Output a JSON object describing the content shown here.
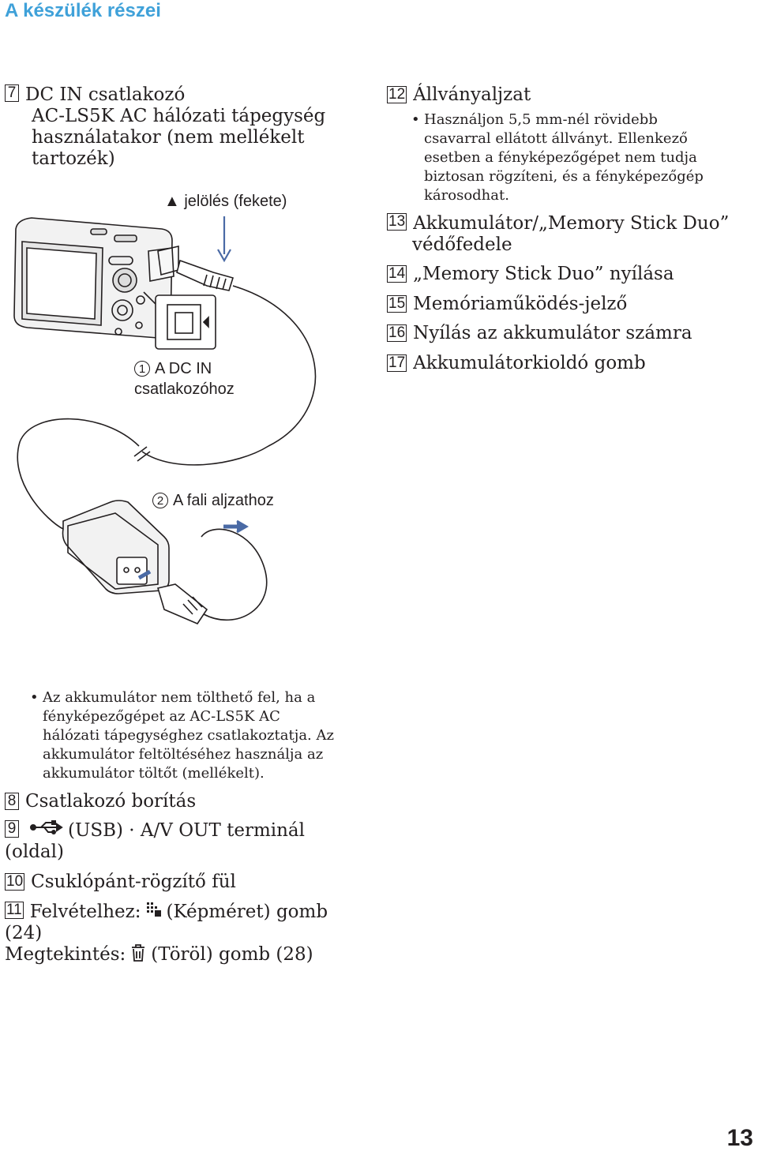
{
  "header": "A készülék részei",
  "page_number": "13",
  "left_top": {
    "num": "7",
    "lines": [
      "DC IN csatlakozó",
      "AC-LS5K AC hálózati tápegység",
      "használatakor (nem mellékelt",
      "tartozék)"
    ]
  },
  "marks": {
    "jeloles": "▲ jelölés (fekete)",
    "dcin_num": "1",
    "dcin_1": "A DC IN",
    "dcin_2": "csatlakozóhoz",
    "fali_num": "2",
    "fali": "A fali aljzathoz"
  },
  "right": {
    "i12": {
      "num": "12",
      "label": "Állványaljzat"
    },
    "i12_bullet": [
      "Használjon 5,5 mm-nél rövidebb",
      "csavarral ellátott állványt. Ellenkező",
      "esetben a fényképezőgépet nem tudja",
      "biztosan rögzíteni, és a fényképezőgép",
      "károsodhat."
    ],
    "i13": {
      "num": "13",
      "l1": "Akkumulátor/„Memory Stick Duo”",
      "l2": "védőfedele"
    },
    "i14": {
      "num": "14",
      "label": "„Memory Stick Duo” nyílása"
    },
    "i15": {
      "num": "15",
      "label": "Memóriaműködés-jelző"
    },
    "i16": {
      "num": "16",
      "label": "Nyílás az akkumulátor számra"
    },
    "i17": {
      "num": "17",
      "label": "Akkumulátorkioldó gomb"
    }
  },
  "bottom": {
    "bullet": [
      "Az akkumulátor nem tölthető fel, ha a",
      "fényképezőgépet az AC-LS5K AC",
      "hálózati tápegységhez csatlakoztatja. Az",
      "akkumulátor feltöltéséhez használja az",
      "akkumulátor töltőt (mellékelt)."
    ],
    "i8": {
      "num": "8",
      "label": "Csatlakozó borítás"
    },
    "i9": {
      "num": "9",
      "label": "(USB) · A/V OUT terminál",
      "l2": "(oldal)"
    },
    "i10": {
      "num": "10",
      "label": "Csuklópánt-rögzítő fül"
    },
    "i11": {
      "num": "11",
      "pre": "Felvételhez:",
      "post": "(Képméret) gomb",
      "l2": "(24)",
      "pre2": "Megtekintés:",
      "post2": "(Töröl) gomb (28)"
    }
  },
  "icons": [
    "usb-icon",
    "image-size-icon",
    "trash-icon",
    "camera-illustration",
    "ac-adapter-illustration"
  ]
}
